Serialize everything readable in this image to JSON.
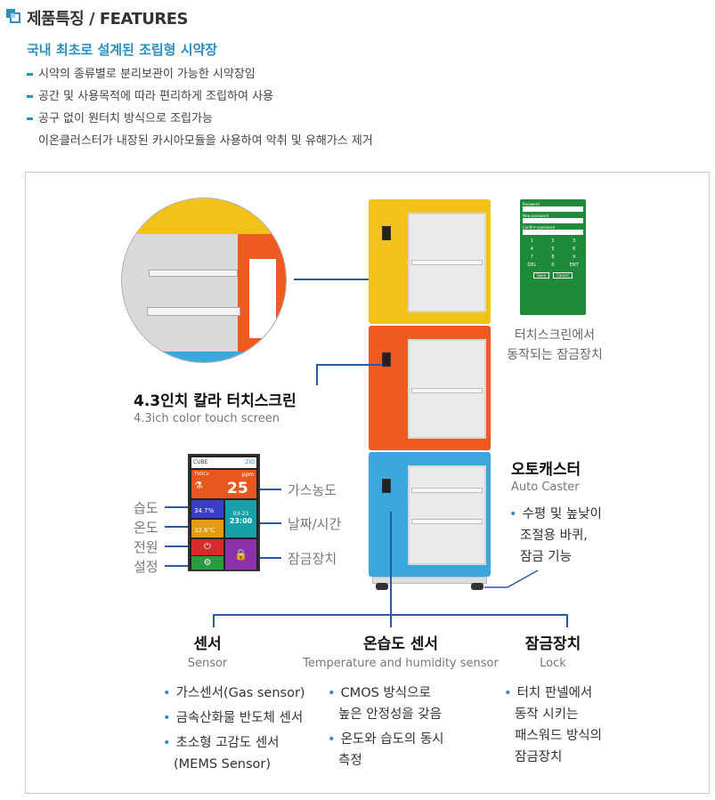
{
  "header": {
    "title": "제품특징 / FEATURES"
  },
  "subtitle": "국내 최초로 설계된 조립형 시약장",
  "features": [
    "시약의 종류별로 분리보관이 가능한 시약장임",
    "공간 및 사용목적에 따라 편리하게 조립하여 사용",
    "공구 없이 원터치 방식으로 조립가능"
  ],
  "feature_note": "이온클러스터가 내장된 카시아모듈을 사용하여 악취 및 유해가스 제거",
  "touch_screen": {
    "title": "4.3인치 칼라 터치스크린",
    "sub": "4.3ich color touch screen"
  },
  "lock_caption": [
    "터치스크린에서",
    "동작되는 잠금장치"
  ],
  "keypad": {
    "fields": [
      "Password",
      "New password",
      "Confirm password"
    ],
    "keys": [
      "1",
      "2",
      "3",
      "4",
      "5",
      "6",
      "7",
      "8",
      "9",
      "DEL",
      "0",
      "ENT"
    ],
    "buttons": [
      "Save",
      "Cancel"
    ]
  },
  "auto_caster": {
    "title": "오토캐스터",
    "sub": "Auto Caster",
    "bullets": [
      "수평 및 높낮이",
      "조절용 바퀴,",
      "잠금 기능"
    ]
  },
  "panel": {
    "brand": "CUBE",
    "logo": "ZIO",
    "gas_label": "TVOCs",
    "gas_value": "25",
    "gas_unit": "ppm",
    "humidity": "34.7",
    "humidity_unit": "%",
    "temperature": "32.6",
    "temperature_unit": "℃",
    "date": "03-23",
    "time": "23:00",
    "left_labels": [
      "습도",
      "온도",
      "전원",
      "설정"
    ],
    "right_labels": [
      "가스농도",
      "날짜/시간",
      "잠금장치"
    ]
  },
  "sensors": [
    {
      "title": "센서",
      "sub": "Sensor",
      "bullets": [
        "가스센서(Gas sensor)",
        "금속산화물 반도체 센서",
        "초소형 고감도 센서",
        "(MEMS Sensor)"
      ]
    },
    {
      "title": "온습도 센서",
      "sub": "Temperature and humidity sensor",
      "bullets": [
        "CMOS 방식으로",
        "높은 안정성을 갖음",
        "온도와 습도의 동시",
        "측정"
      ]
    },
    {
      "title": "잠금장치",
      "sub": "Lock",
      "bullets": [
        "터치 판넬에서",
        "동작 시키는",
        "패스워드 방식의",
        "잠금장치"
      ]
    }
  ],
  "colors": {
    "accent": "#2a8fc0",
    "yellow": "#f3c21a",
    "orange": "#ee5a22",
    "blue": "#3aa8dd",
    "keypad": "#1f8a3a",
    "line": "#2b5aa0"
  }
}
